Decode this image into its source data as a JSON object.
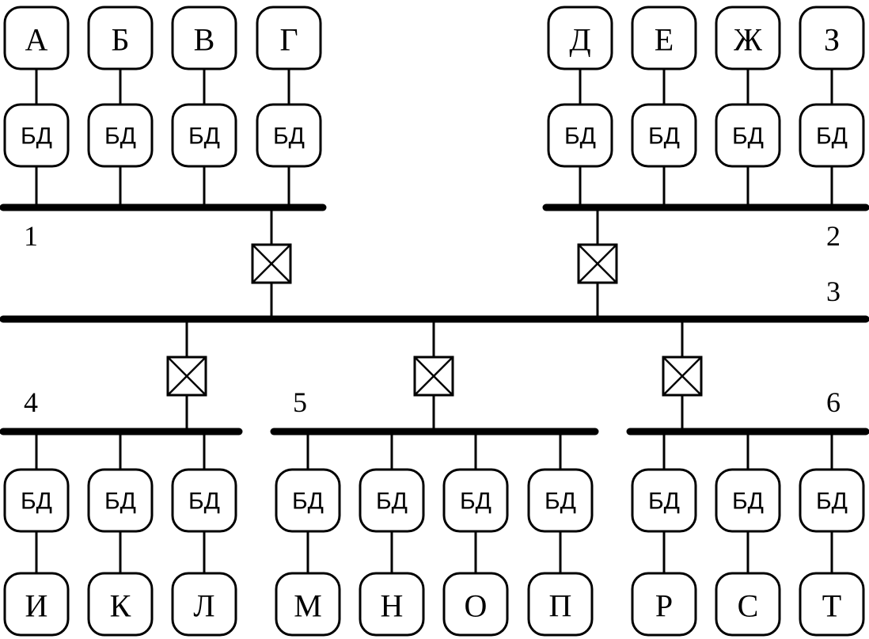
{
  "db_label": "БД",
  "top_left_nodes": [
    "А",
    "Б",
    "В",
    "Г"
  ],
  "top_right_nodes": [
    "Д",
    "Е",
    "Ж",
    "З"
  ],
  "bottom_nodes": {
    "bus4": [
      "И",
      "К",
      "Л"
    ],
    "bus5": [
      "М",
      "Н",
      "О",
      "П"
    ],
    "bus6": [
      "Р",
      "С",
      "Т"
    ]
  },
  "bus_labels": {
    "bus1": "1",
    "bus2": "2",
    "bus3": "3",
    "bus4": "4",
    "bus5": "5",
    "bus6": "6"
  }
}
